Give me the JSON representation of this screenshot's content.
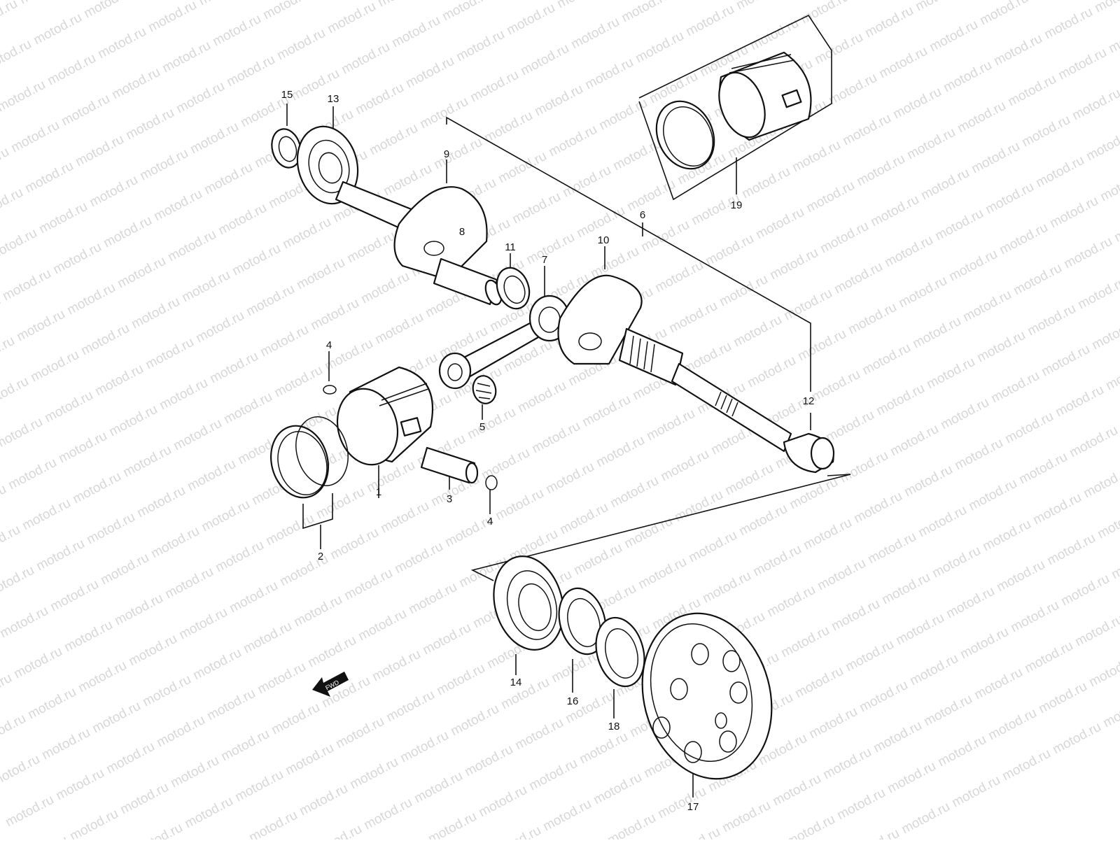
{
  "watermark": {
    "text": "motod.ru"
  },
  "direction_badge": {
    "text": "FWD",
    "icon": "fwd-arrow-icon"
  },
  "callouts": [
    {
      "id": "c1",
      "text": "1"
    },
    {
      "id": "c2",
      "text": "2"
    },
    {
      "id": "c3",
      "text": "3"
    },
    {
      "id": "c4a",
      "text": "4"
    },
    {
      "id": "c4b",
      "text": "4"
    },
    {
      "id": "c5",
      "text": "5"
    },
    {
      "id": "c6",
      "text": "6"
    },
    {
      "id": "c7",
      "text": "7"
    },
    {
      "id": "c8",
      "text": "8"
    },
    {
      "id": "c9",
      "text": "9"
    },
    {
      "id": "c10",
      "text": "10"
    },
    {
      "id": "c11",
      "text": "11"
    },
    {
      "id": "c12",
      "text": "12"
    },
    {
      "id": "c13",
      "text": "13"
    },
    {
      "id": "c14",
      "text": "14"
    },
    {
      "id": "c15",
      "text": "15"
    },
    {
      "id": "c16",
      "text": "16"
    },
    {
      "id": "c17",
      "text": "17"
    },
    {
      "id": "c18",
      "text": "18"
    },
    {
      "id": "c19",
      "text": "19"
    }
  ]
}
